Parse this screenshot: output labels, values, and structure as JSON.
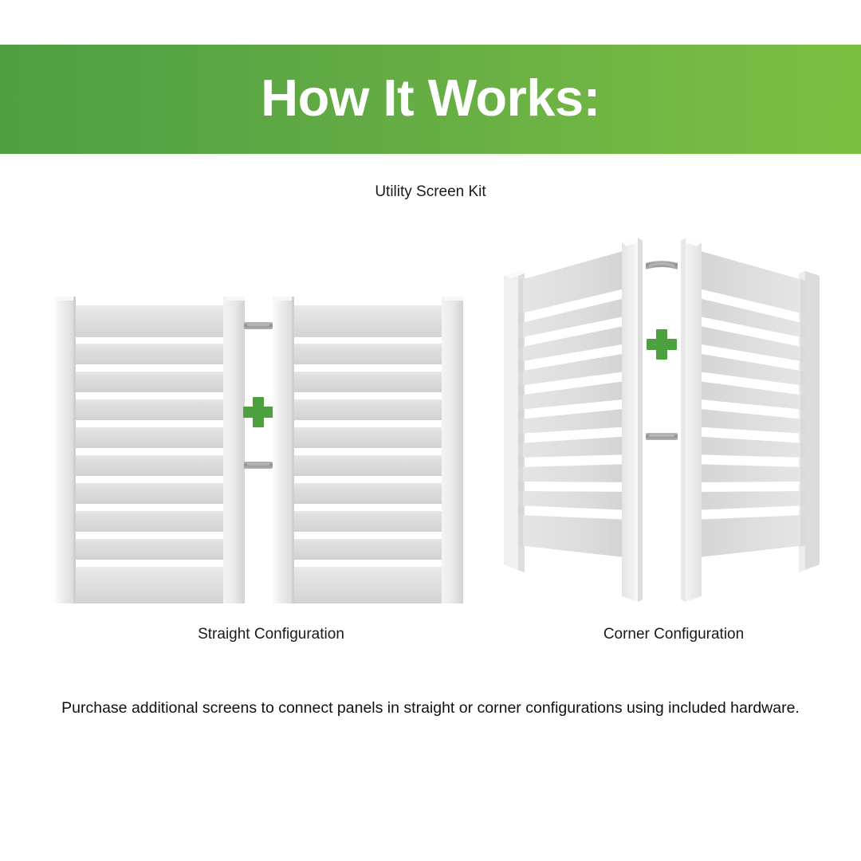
{
  "header": {
    "title": "How It Works:",
    "gradient_from": "#50a043",
    "gradient_to": "#7cc043",
    "text_color": "#ffffff"
  },
  "kit": {
    "name": "Utility Screen Kit"
  },
  "diagrams": {
    "straight": {
      "caption": "Straight Configuration",
      "plus_symbol": "+",
      "plus_color": "#4ca03e",
      "panel_count": 2,
      "slat_count": 8,
      "top_rail": true,
      "bottom_rail": true,
      "connector_count": 2,
      "connector_color": "#9a9a9a",
      "panel_color": "#e0e0e0",
      "post_color": "#ebebeb"
    },
    "corner": {
      "caption": "Corner Configuration",
      "plus_symbol": "+",
      "plus_color": "#4ca03e",
      "panel_count": 2,
      "slat_count": 8,
      "top_rail": true,
      "bottom_rail": true,
      "connector_count": 2,
      "connector_color": "#9a9a9a",
      "panel_color": "#e0e0e0",
      "post_color": "#ebebeb"
    }
  },
  "footer": {
    "note": "Purchase additional screens to connect panels in straight or corner configurations using included hardware."
  }
}
